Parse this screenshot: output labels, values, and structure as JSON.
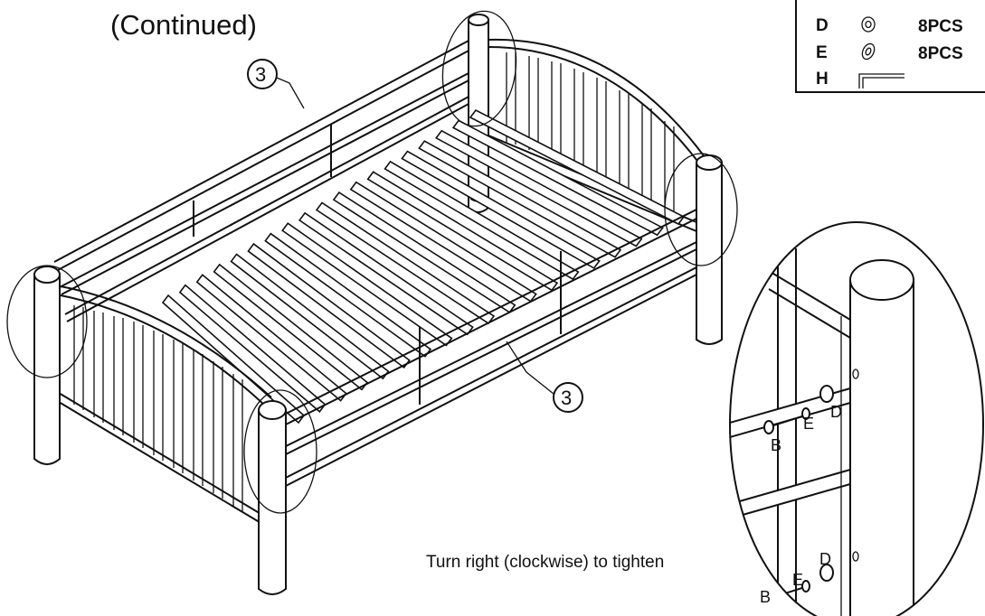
{
  "title": "(Continued)",
  "callout_number": "3",
  "instruction": "Turn right (clockwise) to tighten",
  "parts": [
    {
      "letter": "D",
      "qty": "8PCS",
      "icon": "flat-washer-icon"
    },
    {
      "letter": "E",
      "qty": "8PCS",
      "icon": "lock-washer-icon"
    },
    {
      "letter": "H",
      "qty": "",
      "icon": "allen-wrench-icon"
    }
  ],
  "detail_labels": {
    "bolt": "B",
    "lock_washer": "E",
    "flat_washer": "D"
  }
}
